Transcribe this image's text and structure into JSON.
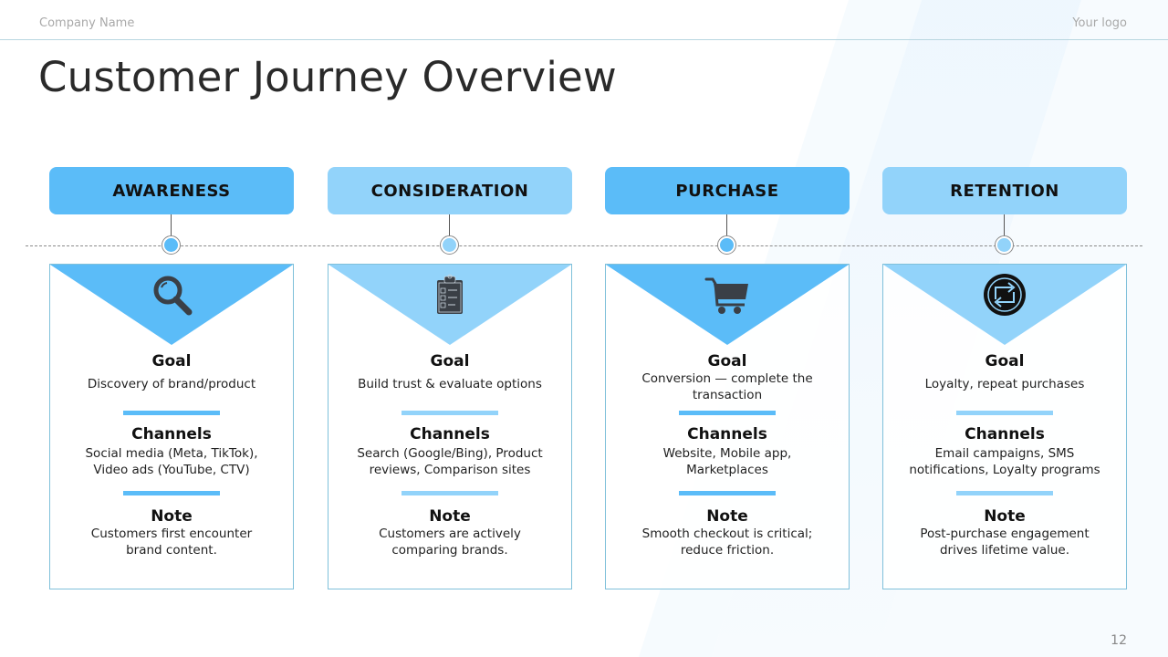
{
  "header": {
    "company": "Company Name",
    "logo": "Your logo"
  },
  "title": "Customer Journey Overview",
  "colors": {
    "strong": "#5bbcf8",
    "light": "#92d3fa",
    "icon": "#3a3f46",
    "card_border": "#7fc0da"
  },
  "stages": [
    {
      "label": "AWARENESS",
      "icon": "search-icon",
      "goal_heading": "Goal",
      "goal": "Discovery of brand/product",
      "channels_heading": "Channels",
      "channels": "Social media (Meta, TikTok), Video ads (YouTube, CTV)",
      "note_heading": "Note",
      "note": "Customers first encounter brand content."
    },
    {
      "label": "CONSIDERATION",
      "icon": "clipboard-checklist-icon",
      "goal_heading": "Goal",
      "goal": "Build trust & evaluate options",
      "channels_heading": "Channels",
      "channels": "Search (Google/Bing), Product reviews, Comparison sites",
      "note_heading": "Note",
      "note": "Customers are actively comparing brands."
    },
    {
      "label": "PURCHASE",
      "icon": "shopping-cart-icon",
      "goal_heading": "Goal",
      "goal": "Conversion — complete the transaction",
      "channels_heading": "Channels",
      "channels": "Website, Mobile app, Marketplaces",
      "note_heading": "Note",
      "note": "Smooth checkout is critical; reduce friction."
    },
    {
      "label": "RETENTION",
      "icon": "repeat-exchange-icon",
      "goal_heading": "Goal",
      "goal": "Loyalty, repeat purchases",
      "channels_heading": "Channels",
      "channels": "Email campaigns, SMS notifications, Loyalty programs",
      "note_heading": "Note",
      "note": "Post-purchase engagement drives lifetime value."
    }
  ],
  "page_number": "12"
}
